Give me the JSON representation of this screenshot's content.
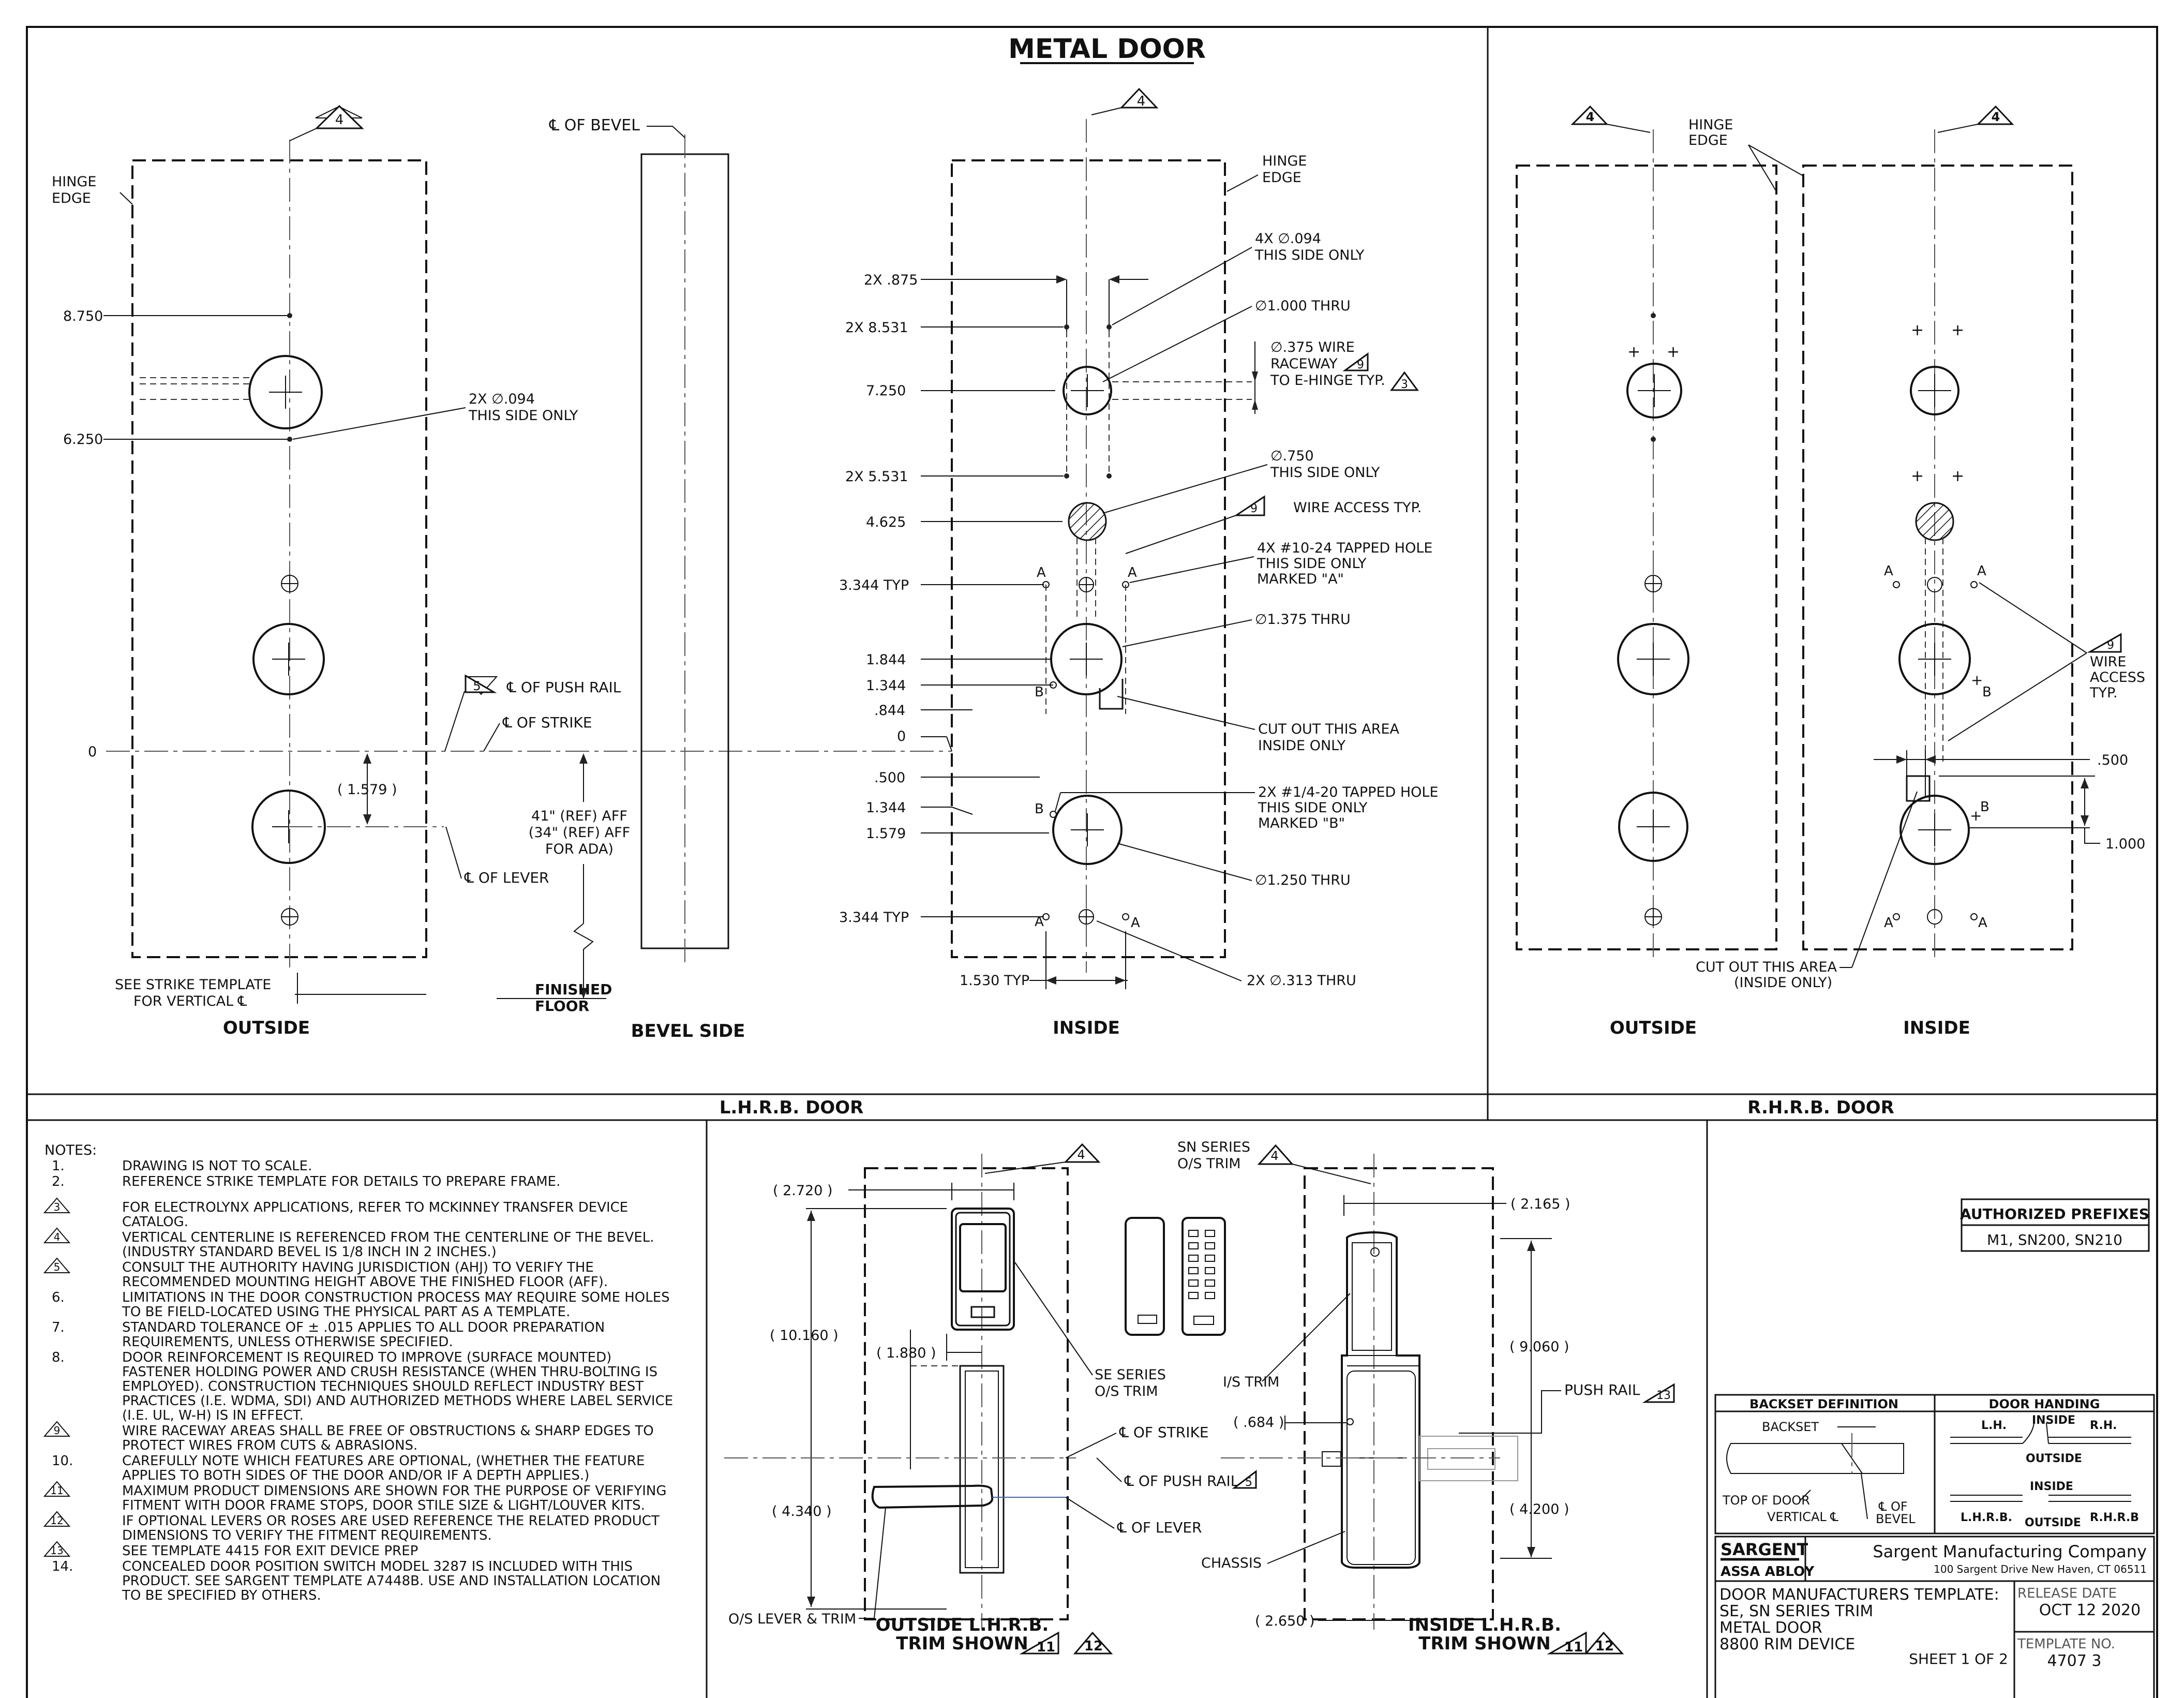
{
  "title": "METAL DOOR",
  "callouts": {
    "rev4": "4",
    "rev9": "9",
    "rev3": "3",
    "rev5": "5",
    "rev11": "11",
    "rev12": "12",
    "rev13": "13"
  },
  "lhrb": {
    "section_title": "L.H.R.B. DOOR",
    "outside_label": "OUTSIDE",
    "bevel_label": "BEVEL SIDE",
    "inside_label": "INSIDE",
    "hinge_edge": [
      "HINGE",
      "EDGE"
    ],
    "cl_of_bevel": "℄ OF BEVEL",
    "outside_dims": {
      "d8750": "8.750",
      "d6250": "6.250",
      "d0": "0",
      "d1579": "( 1.579 )",
      "holes_094": [
        "2X ∅.094",
        "THIS SIDE ONLY"
      ]
    },
    "cl_push_rail": "℄ OF PUSH RAIL",
    "cl_strike": "℄ OF STRIKE",
    "cl_lever": "℄ OF LEVER",
    "aff": [
      "41\" (REF) AFF",
      "(34\" (REF) AFF",
      "FOR ADA)"
    ],
    "see_strike": [
      "SEE STRIKE TEMPLATE",
      "FOR VERTICAL ℄"
    ],
    "finished_floor": [
      "FINISHED",
      "FLOOR"
    ],
    "inside_dims": {
      "d875": "2X .875",
      "d8531": "2X 8.531",
      "d7250": "7.250",
      "d5531": "2X 5.531",
      "d4625": "4.625",
      "d3344a": "3.344 TYP",
      "d1844": "1.844",
      "d1344a": "1.344",
      "d844": ".844",
      "d0": "0",
      "d500": ".500",
      "d1344b": "1.344",
      "d1579": "1.579",
      "d3344b": "3.344 TYP",
      "d1530": "1.530 TYP"
    },
    "inside_notes": {
      "n094": [
        "4X ∅.094",
        "THIS SIDE ONLY"
      ],
      "n1000": "∅1.000 THRU",
      "n375": [
        "∅.375 WIRE",
        "RACEWAY",
        "TO E-HINGE TYP."
      ],
      "n750": [
        "∅.750",
        "THIS SIDE ONLY"
      ],
      "wire_access": "WIRE ACCESS TYP.",
      "n1024": [
        "4X #10-24 TAPPED HOLE",
        "THIS SIDE ONLY",
        "MARKED \"A\""
      ],
      "n1375": "∅1.375 THRU",
      "cutout": [
        "CUT OUT THIS AREA",
        "INSIDE ONLY"
      ],
      "n1420": [
        "2X #1/4-20 TAPPED HOLE",
        "THIS SIDE ONLY",
        "MARKED \"B\""
      ],
      "n1250": "∅1.250 THRU",
      "n313": "2X ∅.313 THRU",
      "mark_a": "A",
      "mark_b": "B"
    }
  },
  "rhrb": {
    "section_title": "R.H.R.B. DOOR",
    "outside_label": "OUTSIDE",
    "inside_label": "INSIDE",
    "hinge_edge": [
      "HINGE",
      "EDGE"
    ],
    "wire_access": [
      "WIRE",
      "ACCESS",
      "TYP."
    ],
    "d500": ".500",
    "d1000": "1.000",
    "cutout": [
      "CUT OUT THIS AREA",
      "(INSIDE ONLY)"
    ],
    "mark_a": "A",
    "mark_b": "B"
  },
  "notes": {
    "heading": "NOTES:",
    "items": [
      {
        "num": "1.",
        "tri": false,
        "lines": [
          "DRAWING IS NOT TO SCALE."
        ]
      },
      {
        "num": "2.",
        "tri": false,
        "lines": [
          "REFERENCE STRIKE TEMPLATE FOR DETAILS TO PREPARE FRAME."
        ]
      },
      {
        "num": "3",
        "tri": true,
        "lines": [
          "FOR ELECTROLYNX APPLICATIONS, REFER TO MCKINNEY TRANSFER DEVICE",
          "CATALOG."
        ]
      },
      {
        "num": "4",
        "tri": true,
        "lines": [
          "VERTICAL CENTERLINE IS REFERENCED FROM THE CENTERLINE OF THE BEVEL.",
          "(INDUSTRY STANDARD BEVEL IS 1/8 INCH IN 2 INCHES.)"
        ]
      },
      {
        "num": "5",
        "tri": true,
        "lines": [
          "CONSULT THE AUTHORITY HAVING JURISDICTION (AHJ) TO VERIFY THE",
          "RECOMMENDED MOUNTING HEIGHT ABOVE THE FINISHED FLOOR (AFF)."
        ]
      },
      {
        "num": "6.",
        "tri": false,
        "lines": [
          "LIMITATIONS IN THE DOOR CONSTRUCTION PROCESS MAY REQUIRE SOME HOLES",
          "TO BE FIELD-LOCATED USING THE PHYSICAL PART AS A TEMPLATE."
        ]
      },
      {
        "num": "7.",
        "tri": false,
        "lines": [
          "STANDARD TOLERANCE OF ± .015 APPLIES TO ALL DOOR PREPARATION",
          "REQUIREMENTS, UNLESS OTHERWISE SPECIFIED."
        ]
      },
      {
        "num": "8.",
        "tri": false,
        "lines": [
          "DOOR REINFORCEMENT IS REQUIRED TO IMPROVE (SURFACE MOUNTED)",
          "FASTENER HOLDING POWER AND CRUSH RESISTANCE (WHEN THRU-BOLTING IS",
          "EMPLOYED). CONSTRUCTION TECHNIQUES SHOULD REFLECT INDUSTRY BEST",
          "PRACTICES (I.E. WDMA, SDI) AND AUTHORIZED METHODS WHERE LABEL SERVICE",
          "(I.E. UL, W-H) IS IN EFFECT."
        ]
      },
      {
        "num": "9",
        "tri": true,
        "lines": [
          "WIRE RACEWAY AREAS SHALL BE FREE OF OBSTRUCTIONS & SHARP EDGES TO",
          "PROTECT WIRES FROM CUTS & ABRASIONS."
        ]
      },
      {
        "num": "10.",
        "tri": false,
        "lines": [
          "CAREFULLY NOTE WHICH FEATURES ARE OPTIONAL, (WHETHER THE FEATURE",
          "APPLIES TO BOTH SIDES OF THE DOOR AND/OR IF A DEPTH APPLIES.)"
        ]
      },
      {
        "num": "11",
        "tri": true,
        "lines": [
          "MAXIMUM PRODUCT DIMENSIONS ARE SHOWN FOR THE PURPOSE OF VERIFYING",
          "FITMENT WITH DOOR FRAME STOPS, DOOR STILE SIZE & LIGHT/LOUVER KITS."
        ]
      },
      {
        "num": "12",
        "tri": true,
        "lines": [
          "IF OPTIONAL LEVERS OR ROSES ARE USED REFERENCE THE RELATED PRODUCT",
          "DIMENSIONS TO VERIFY THE FITMENT REQUIREMENTS."
        ]
      },
      {
        "num": "13",
        "tri": true,
        "lines": [
          "SEE TEMPLATE 4415 FOR EXIT DEVICE PREP"
        ]
      },
      {
        "num": "14.",
        "tri": false,
        "lines": [
          "CONCEALED DOOR POSITION SWITCH MODEL 3287 IS INCLUDED WITH THIS",
          "PRODUCT.  SEE SARGENT TEMPLATE A7448B.  USE AND INSTALLATION LOCATION",
          "TO BE SPECIFIED BY OTHERS."
        ]
      }
    ]
  },
  "trim": {
    "d2720": "( 2.720 )",
    "d10160": "( 10.160 )",
    "d1880": "( 1.880 )",
    "d4340": "( 4.340 )",
    "sn_series": [
      "SN SERIES",
      "O/S TRIM"
    ],
    "se_series": [
      "SE SERIES",
      "O/S TRIM"
    ],
    "cl_strike": "℄ OF STRIKE",
    "cl_push_rail": "℄ OF PUSH RAIL",
    "cl_lever": "℄ OF LEVER",
    "os_lever": "O/S LEVER & TRIM",
    "outside_title": [
      "OUTSIDE L.H.R.B.",
      "TRIM SHOWN"
    ],
    "d2165": "( 2.165 )",
    "d9060": "( 9.060 )",
    "d684": "( .684 )",
    "d4200": "( 4.200 )",
    "d2650": "( 2.650 )",
    "is_trim": "I/S TRIM",
    "push_rail": "PUSH RAIL",
    "chassis": "CHASSIS",
    "inside_title": [
      "INSIDE L.H.R.B.",
      "TRIM SHOWN"
    ]
  },
  "title_block": {
    "authorized_prefixes_title": "AUTHORIZED PREFIXES",
    "authorized_prefixes": "M1, SN200, SN210",
    "backset_definition": "BACKSET DEFINITION",
    "door_handing": "DOOR HANDING",
    "backset": "BACKSET",
    "top_of_door": "TOP OF DOOR",
    "vertical_cl": "VERTICAL ℄",
    "cl_of_bevel": [
      "℄ OF",
      "BEVEL"
    ],
    "lh": "L.H.",
    "rh": "R.H.",
    "inside": "INSIDE",
    "outside": "OUTSIDE",
    "lhrb": "L.H.R.B.",
    "rhrb": "R.H.R.B",
    "sargent_logo": "SARGENT",
    "assa_abloy": "ASSA ABLOY",
    "company": "Sargent Manufacturing Company",
    "address": "100 Sargent Drive New Haven, CT 06511",
    "desc": [
      "DOOR MANUFACTURERS TEMPLATE:",
      "SE, SN SERIES TRIM",
      "METAL DOOR",
      "8800 RIM DEVICE"
    ],
    "release_date_label": "RELEASE DATE",
    "release_date": "OCT 12 2020",
    "template_no_label": "TEMPLATE NO.",
    "template_no": "4707 3",
    "sheet": "SHEET 1 OF 2"
  }
}
